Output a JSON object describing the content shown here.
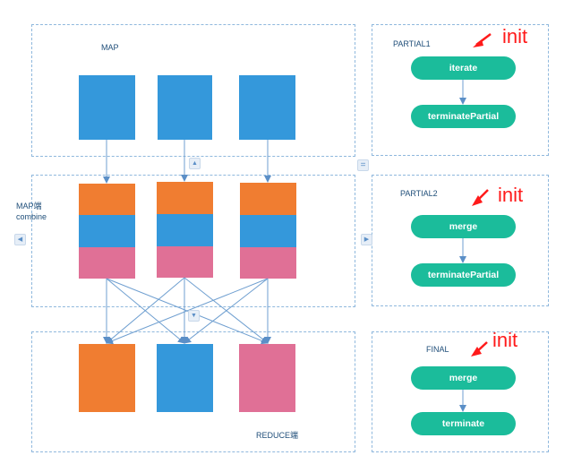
{
  "left": {
    "map_label": "MAP",
    "combine_label": "MAP端\ncombine",
    "reduce_label": "REDUCE端"
  },
  "right": {
    "partial1": {
      "title": "PARTIAL1",
      "step1": "iterate",
      "step2": "terminatePartial",
      "init": "init"
    },
    "partial2": {
      "title": "PARTIAL2",
      "step1": "merge",
      "step2": "terminatePartial",
      "init": "init"
    },
    "final": {
      "title": "FINAL",
      "step1": "merge",
      "step2": "terminate",
      "init": "init"
    }
  },
  "icons": {
    "nav_up": "▲",
    "nav_down": "▼",
    "nav_left": "◀",
    "nav_right": "▶",
    "equals": "="
  },
  "colors": {
    "orange": "#f07d31",
    "blue": "#3498db",
    "pink": "#e07096",
    "green": "#1bbc9b",
    "red": "#ff1a1a",
    "dash": "#8fb8dd",
    "arrow": "#6f9fd0"
  }
}
